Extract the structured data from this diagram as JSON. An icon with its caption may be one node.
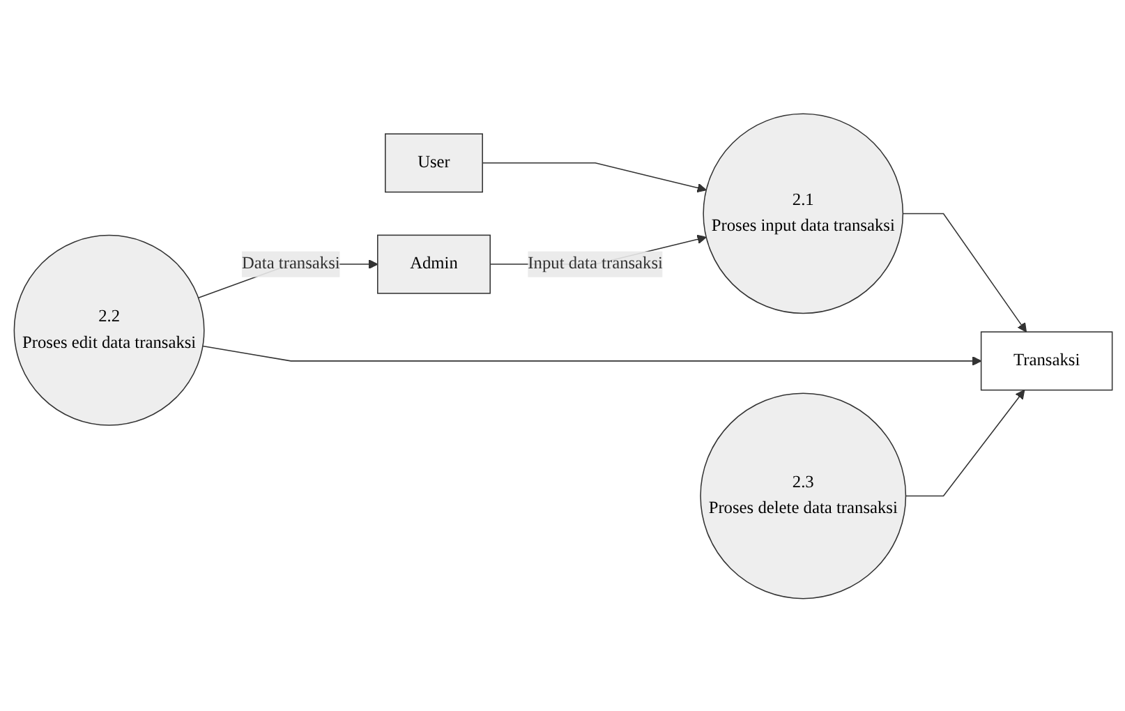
{
  "diagram": {
    "nodes": [
      {
        "text": [
          "Admin"
        ]
      },
      {
        "text": [
          "2.1",
          "Proses input data transaksi"
        ]
      },
      {
        "text": [
          "2.2",
          "Proses edit data transaksi"
        ]
      },
      {
        "text": [
          "Transaksi"
        ]
      },
      {
        "text": [
          "User"
        ]
      },
      {
        "text": [
          "2.3",
          "Proses delete data transaksi"
        ]
      }
    ],
    "edges": [
      {
        "from": 4,
        "to": 1,
        "arrow": "to"
      },
      {
        "from": 0,
        "to": 1,
        "arrow": "to",
        "label": "Input data transaksi"
      },
      {
        "from": 1,
        "to": 3,
        "arrow": "to"
      },
      {
        "from": 2,
        "to": 0,
        "arrow": "to",
        "label": "Data transaksi"
      },
      {
        "from": 2,
        "to": 3,
        "arrow": "to"
      },
      {
        "from": 5,
        "to": 3,
        "arrow": "to"
      }
    ]
  }
}
